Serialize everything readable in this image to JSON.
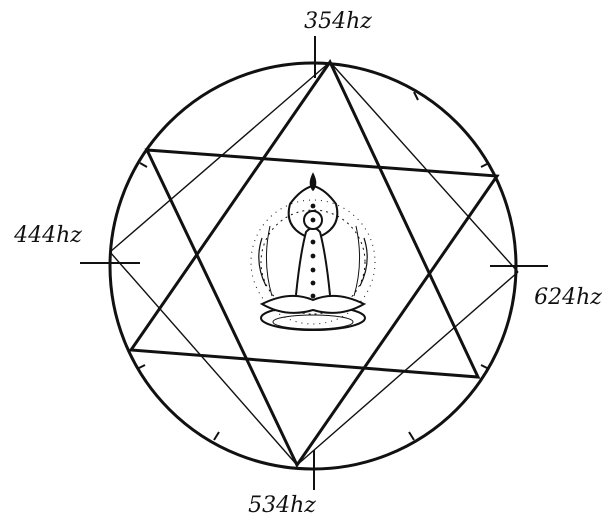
{
  "labels": {
    "top": "354hz",
    "left": "444hz",
    "right": "624hz",
    "bottom": "534hz"
  },
  "colors": {
    "ink": "#111111",
    "background": "#ffffff"
  },
  "center_image": {
    "icon": "meditating-figure-with-chakras-icon"
  }
}
